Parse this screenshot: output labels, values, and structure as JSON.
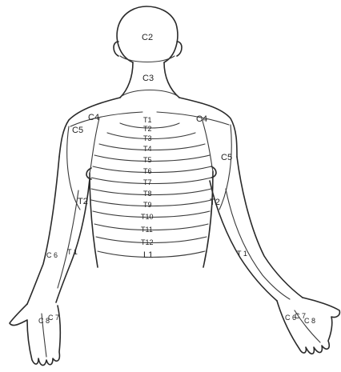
{
  "labels": {
    "c2_head": "C2",
    "c3_neck": "C3",
    "c4_left": "C4",
    "c4_right": "C4",
    "c5_left": "C5",
    "c5_right": "C5",
    "t1": "T1",
    "t2": "T2",
    "t3": "T3",
    "t4": "T4",
    "t5": "T5",
    "t6": "T6",
    "t7": "T7",
    "t8": "T8",
    "t9": "T9",
    "t10": "T10",
    "t11": "T11",
    "t12": "T12",
    "l1": "L1",
    "t2_left_arm": "T2",
    "t2_right_arm": "T2",
    "c6_left": "C 6",
    "t1_left_arm": "T 1",
    "t1_right_arm": "T 1",
    "c8_left": "C 8",
    "c7_left": "C 7",
    "c6_right_hand": "C 6",
    "c7_right_hand": "C 7",
    "c8_right_hand": "C 8"
  }
}
